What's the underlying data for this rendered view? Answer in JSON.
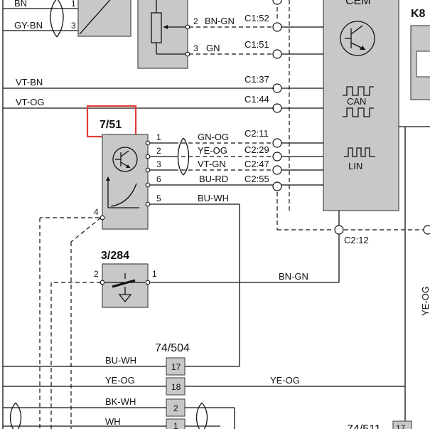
{
  "colors": {
    "component_fill": "#c8c8c8",
    "wire": "#111111",
    "highlight": "#e23b3b"
  },
  "modules": {
    "cem_title": "CEM",
    "k8_title": "K8",
    "cem_can": "CAN",
    "cem_lin": "LIN"
  },
  "components": {
    "c751": {
      "ref": "7/51",
      "pins": [
        "1",
        "2",
        "3",
        "6",
        "5",
        "4"
      ],
      "icon": "transistor-sensor-icon"
    },
    "c3284": {
      "ref": "3/284",
      "pins": [
        "2",
        "1"
      ],
      "icon": "ground-switch-icon"
    },
    "c74504": {
      "ref": "74/504",
      "pins": [
        "17",
        "18",
        "2",
        "1"
      ]
    },
    "c74511": {
      "ref": "74/511",
      "pins": [
        "17"
      ]
    }
  },
  "wires": {
    "top_bn": "BN",
    "top_gybn": "GY-BN",
    "top_pin1": "1",
    "top_pin3": "3",
    "pot_pin2": "2",
    "pot_pin3": "3",
    "pot_bngn": "BN-GN",
    "pot_gn": "GN",
    "vtbn": "VT-BN",
    "vtog": "VT-OG",
    "gnog": "GN-OG",
    "yeog": "YE-OG",
    "vtgn": "VT-GN",
    "burd": "BU-RD",
    "buwh": "BU-WH",
    "bngn": "BN-GN",
    "conn_buwh": "BU-WH",
    "conn_yeog": "YE-OG",
    "conn_bkwh": "BK-WH",
    "conn_wh": "WH",
    "yeog_mid": "YE-OG",
    "yeog_vertical": "YE-OG"
  },
  "connectors": {
    "c152": "C1:52",
    "c151": "C1:51",
    "c137": "C1:37",
    "c144": "C1:44",
    "c211": "C2:11",
    "c229": "C2:29",
    "c247": "C2:47",
    "c255": "C2:55",
    "c212": "C2:12"
  }
}
